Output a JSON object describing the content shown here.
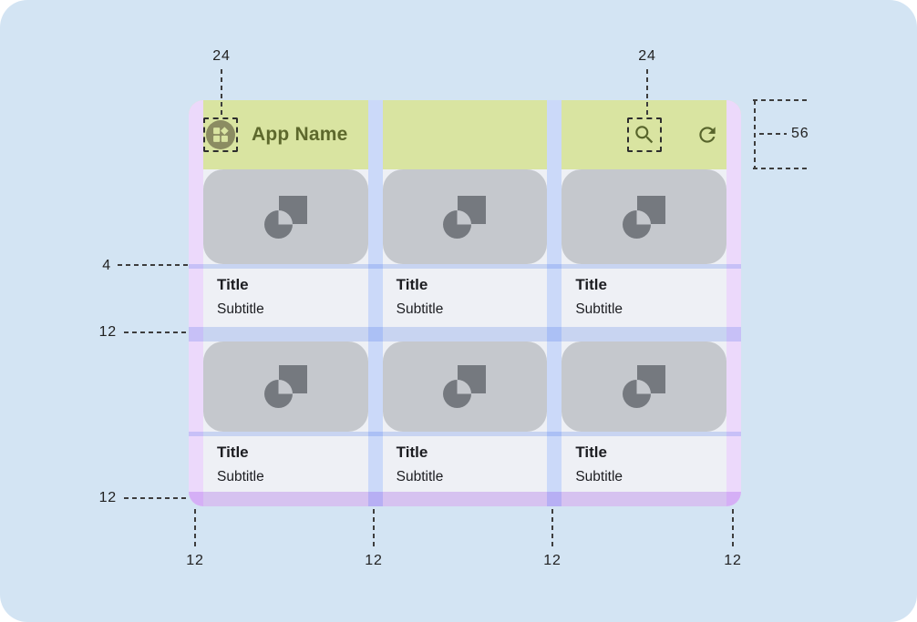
{
  "appbar": {
    "title": "App Name",
    "icons": {
      "app": "dashboard-icon",
      "search": "search-icon",
      "refresh": "refresh-icon"
    }
  },
  "cards": [
    {
      "title": "Title",
      "subtitle": "Subtitle"
    },
    {
      "title": "Title",
      "subtitle": "Subtitle"
    },
    {
      "title": "Title",
      "subtitle": "Subtitle"
    },
    {
      "title": "Title",
      "subtitle": "Subtitle"
    },
    {
      "title": "Title",
      "subtitle": "Subtitle"
    },
    {
      "title": "Title",
      "subtitle": "Subtitle"
    }
  ],
  "annotations": {
    "icon_target_left": "24",
    "icon_target_right": "24",
    "appbar_height": "56",
    "image_text_gap": "4",
    "row_gap": "12",
    "bottom_margin": "12",
    "bottom_edge": [
      "12",
      "12",
      "12",
      "12"
    ]
  },
  "colors": {
    "canvas_bg": "#d3e4f3",
    "appbar_green": "#d9e4a1",
    "appbar_ink": "#5d682c",
    "surface": "#eef0f5",
    "card_gray": "#c5c8cd",
    "placeholder_gray": "#75797f",
    "margin_purple": "#e0cbf5",
    "gutter_blue": "#b6c9f0",
    "annotation_ink": "#212121"
  }
}
